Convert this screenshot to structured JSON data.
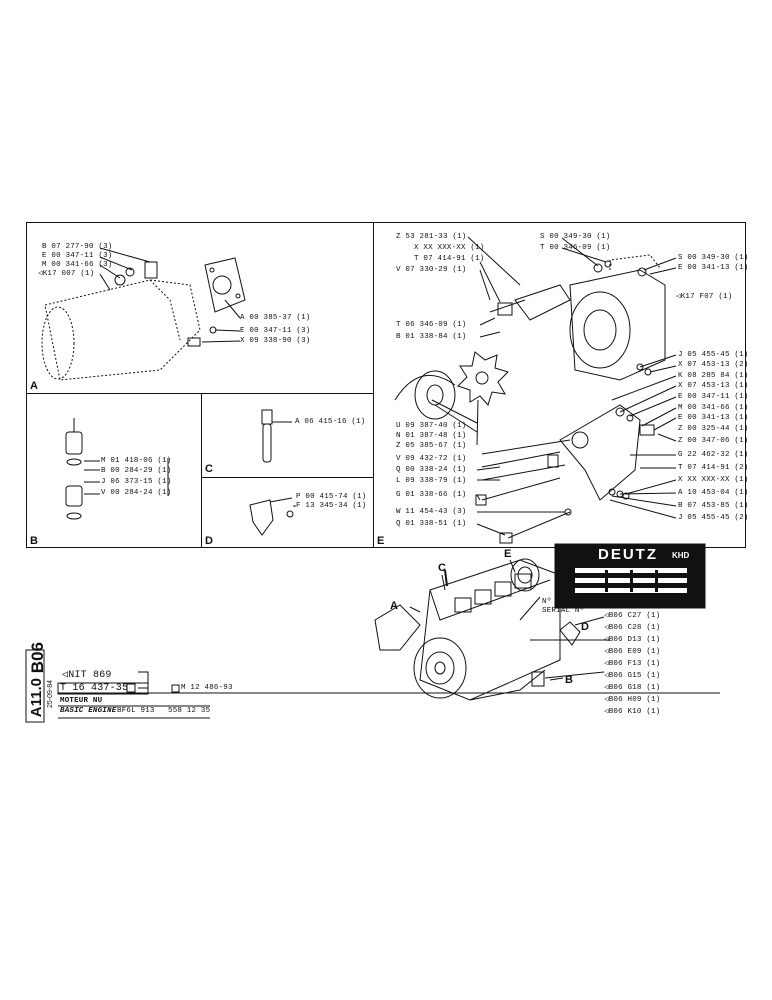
{
  "sections": {
    "A": "A",
    "B": "B",
    "C": "C",
    "D": "D",
    "E": "E"
  },
  "panelA": [
    "B 07 277-90 (3)",
    "E 00 347-11 (3)",
    "M 00 341-66 (3)",
    "◁K17 007 (1)",
    "A 00 385-37 (1)",
    "E 00 347-11 (3)",
    "X 09 338-90 (3)"
  ],
  "panelB": [
    "M 01 418-06 (1)",
    "B 00 284-29 (1)",
    "J 06 373-15 (1)",
    "V 00 284-24 (1)"
  ],
  "panelC": [
    "A 06 415-16 (1)"
  ],
  "panelD": [
    "P 00 415-74 (1)",
    "F 13 345-34 (1)"
  ],
  "panelE_left": [
    "Z 53 281-33 (1)",
    "X XX XXX-XX (1)",
    "T 07 414-91 (1)",
    "V 07 330-29 (1)",
    "T 06 346-09 (1)",
    "B 01 338-84 (1)",
    "U 09 387-40 (1)",
    "N 01 387-48 (1)",
    "Z 05 385-67 (1)",
    "V 09 432-72 (1)",
    "Q 00 338-24 (1)",
    "L 09 338-79 (1)",
    "G 01 338-66 (1)",
    "W 11 454-43 (3)",
    "Q 01 338-51 (1)"
  ],
  "panelE_top": [
    "S 00 349-30 (1)",
    "T 00 346-09 (1)"
  ],
  "panelE_right": [
    "S 00 349-30 (1)",
    "E 00 341-13 (1)",
    "◁K17 F07 (1)",
    "J 05 455-45 (1)",
    "X 07 453-13 (2)",
    "K 08 285 84 (1)",
    "X 07 453-13 (1)",
    "E 00 347-11 (1)",
    "M 00 341-66 (1)",
    "E 00 341-13 (1)",
    "Z 00 325-44 (1)",
    "Z 00 347-06 (1)",
    "G 22 462-32 (1)",
    "T 07 414-91 (2)",
    "X XX XXX-XX (1)",
    "A 10 453-04 (1)",
    "B 07 453-85 (1)",
    "J 05 455-45 (2)"
  ],
  "plate": {
    "brand": "DEUTZ",
    "sub": "KHD"
  },
  "serial": {
    "fr": "Nº SERIE",
    "en": "SERIAL Nº"
  },
  "refs": [
    "◁B06 C27 (1)",
    "◁B06 C28 (1)",
    "◁B06 D13 (1)",
    "◁B06 E09 (1)",
    "◁B06 F13 (1)",
    "◁B06 G15 (1)",
    "◁B06 G18 (1)",
    "◁B06 H09 (1)",
    "◁B06 K10 (1)"
  ],
  "engine_letters": {
    "A": "A",
    "B": "B",
    "C": "C",
    "D": "D",
    "E": "E"
  },
  "sheet": {
    "code1": "B06",
    "code2": "A11.0",
    "date": "25-09-84",
    "nit": "◁NIT 869",
    "part": "T 16 437-35",
    "m_ref": "M 12 486-93",
    "title_fr": "MOTEUR NU",
    "title_en": "BASIC ENGINE",
    "model": "BF6L 913",
    "number": "558 12 35"
  }
}
